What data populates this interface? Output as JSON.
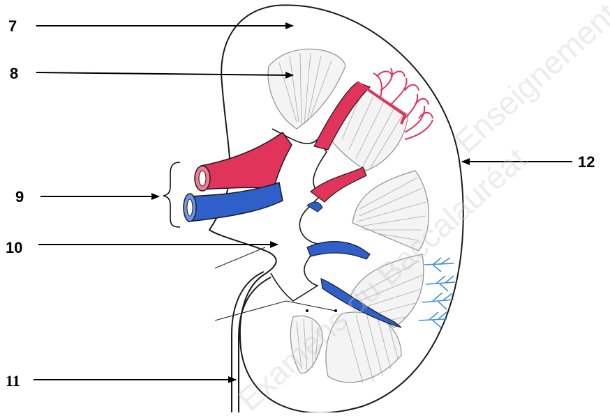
{
  "labels": {
    "l7": "7",
    "l8": "8",
    "l9": "9",
    "l10": "10",
    "l11": "11",
    "l12": "12"
  },
  "watermarks": {
    "w1": "Examens du Baccalauréat",
    "w2": "Enseignement p",
    "w3": "Enseignement privé"
  },
  "colors": {
    "artery": "#e0345a",
    "vein": "#2f5fc8",
    "outline": "#1a1a1a",
    "pyramid_stroke": "#9a9a9a",
    "arrow": "#000000"
  }
}
